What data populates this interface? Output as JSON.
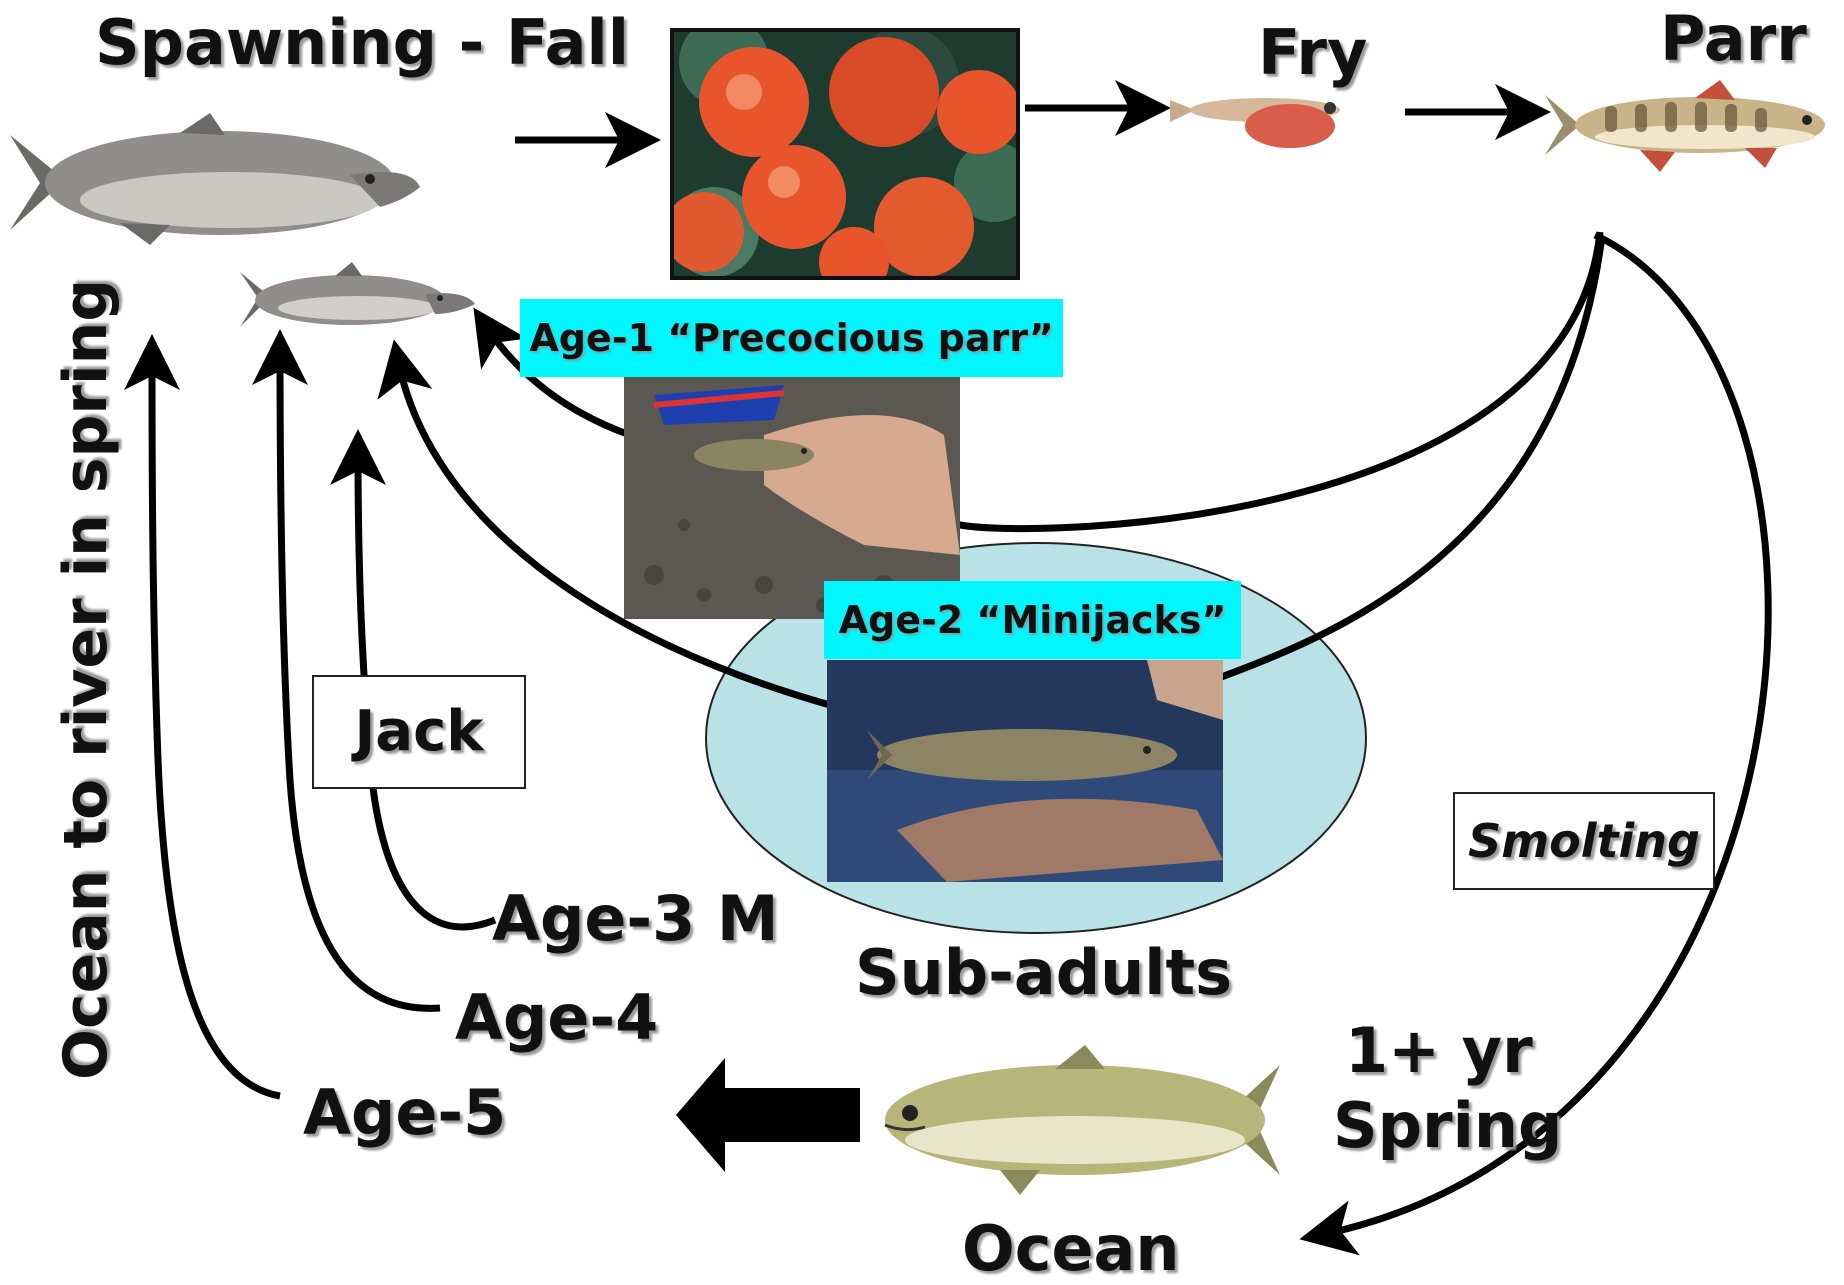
{
  "labels": {
    "spawning": "Spawning - Fall",
    "fry": "Fry",
    "parr": "Parr",
    "precocious": "Age-1 “Precocious parr”",
    "minijacks": "Age-2 “Minijacks”",
    "jack": "Jack",
    "smolting": "Smolting",
    "sub_adults": "Sub-adults",
    "age3": "Age-3 M",
    "age4": "Age-4",
    "age5": "Age-5",
    "ocean": "Ocean",
    "yr_line1": "1+ yr",
    "yr_line2": "Spring",
    "vertical": "Ocean to river in spring"
  },
  "colors": {
    "cyan_label": "#00f7ff",
    "ellipse_fill": "#b9e2e6",
    "egg": "#e8542c",
    "arrow": "#000000"
  },
  "icons": [
    "adult-salmon-icon",
    "small-salmon-icon",
    "fry-icon",
    "parr-icon",
    "smolt-icon",
    "eggs-photo",
    "precocious-parr-photo",
    "minijack-photo"
  ]
}
